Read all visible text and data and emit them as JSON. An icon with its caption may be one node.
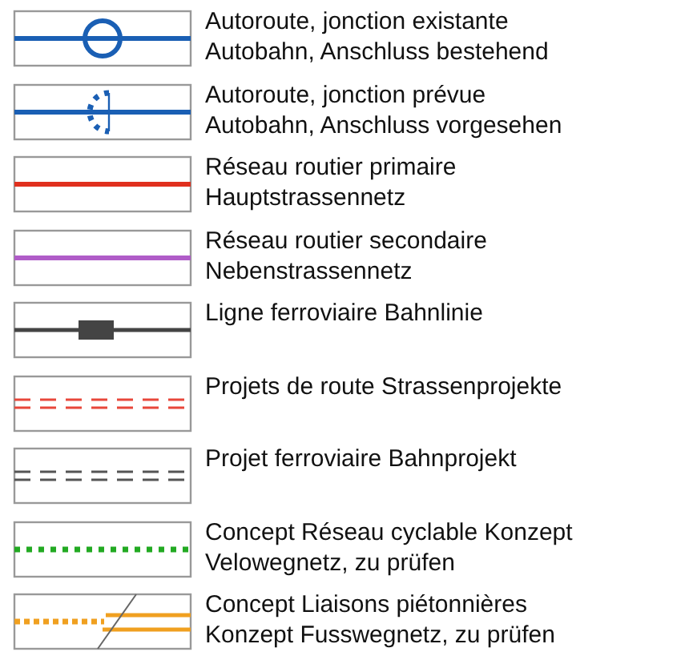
{
  "diagram": {
    "legend": [
      {
        "text": "Autoroute, jonction existante Autobahn, Anschluss bestehend"
      },
      {
        "text": "Autoroute, jonction prévue Autobahn, Anschluss vorgesehen"
      },
      {
        "text": "Réseau routier primaire Hauptstrassennetz"
      },
      {
        "text": "Réseau routier secondaire Nebenstrassennetz"
      },
      {
        "text": "Ligne ferroviaire Bahnlinie"
      },
      {
        "text": "Projets de route Strassenprojekte"
      },
      {
        "text": "Projet ferroviaire Bahnprojekt"
      },
      {
        "text": "Concept Réseau cyclable Konzept Velowegnetz, zu prüfen"
      },
      {
        "text": "Concept Liaisons piétonnières Konzept Fusswegnetz, zu prüfen"
      }
    ]
  }
}
